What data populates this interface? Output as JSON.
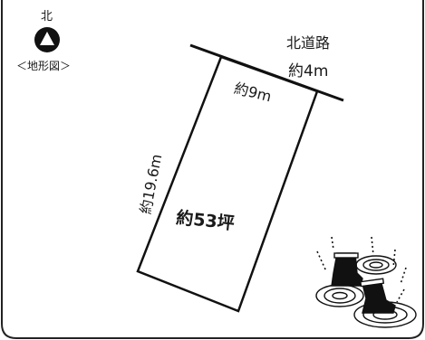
{
  "compass": {
    "label": "北",
    "icon": "north-arrow-icon"
  },
  "map_type_label": "＜地形図＞",
  "road": {
    "name": "北道路",
    "width": "約4m"
  },
  "lot": {
    "frontage": "約9m",
    "depth": "約19.6m",
    "area": "約53坪"
  },
  "decoration": {
    "icon": "boots-and-puddles-icon"
  },
  "colors": {
    "line": "#111111",
    "frame": "#222222"
  }
}
